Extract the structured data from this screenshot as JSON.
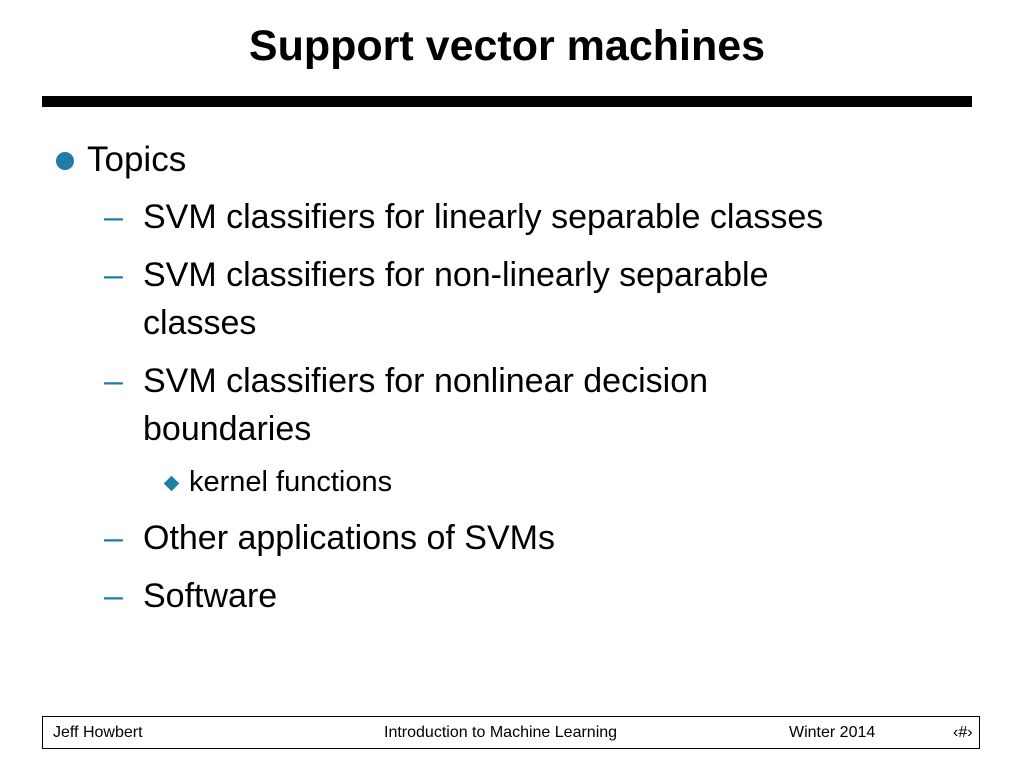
{
  "slide": {
    "title": "Support vector machines"
  },
  "content": {
    "topics_label": "Topics",
    "items": [
      "SVM classifiers for linearly separable classes",
      "SVM classifiers for non-linearly separable",
      "classes",
      "SVM classifiers for nonlinear decision",
      "boundaries",
      "Other applications of SVMs",
      "Software"
    ],
    "subitem": "kernel functions",
    "dash_glyph": "–"
  },
  "footer": {
    "author": "Jeff Howbert",
    "course": "Introduction to Machine Learning",
    "term": "Winter 2014",
    "page_number": "‹#›"
  },
  "colors": {
    "accent": "#1f7ea6",
    "text": "#000000",
    "background": "#ffffff"
  }
}
